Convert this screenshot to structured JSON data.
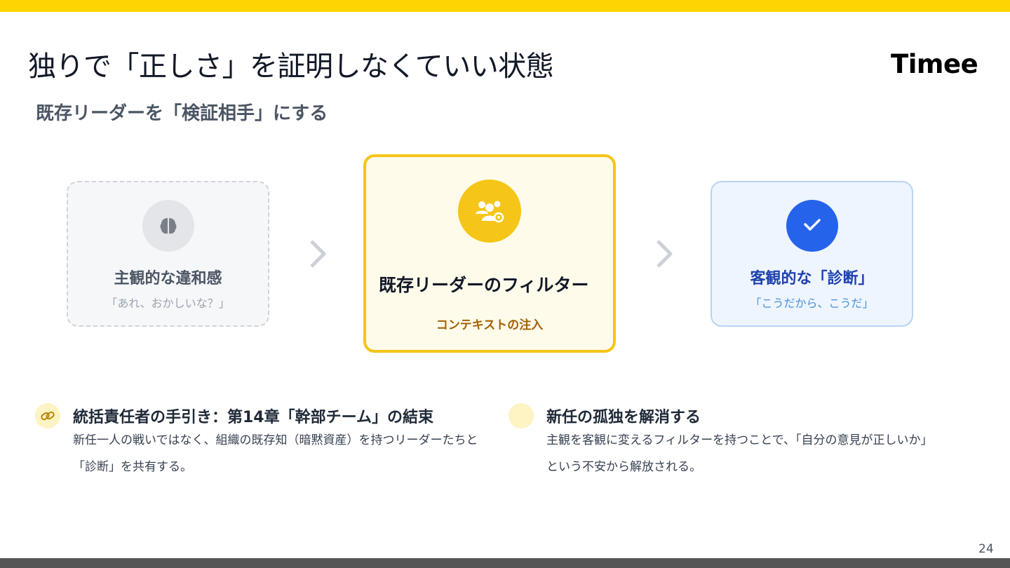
{
  "slide": {
    "title": "独りで「正しさ」を証明しなくていい状態",
    "subtitle": "既存リーダーを「検証相手」にする",
    "logo": "Timee",
    "page_number": "24"
  },
  "flow": {
    "left": {
      "title": "主観的な違和感",
      "subtitle": "「あれ、おかしいな？」",
      "icon": "brain-icon"
    },
    "center": {
      "title": "既存リーダーのフィルター",
      "subtitle": "コンテキストの注入",
      "icon": "users-gear-icon"
    },
    "right": {
      "title": "客観的な「診断」",
      "subtitle": "「こうだから、こうだ」",
      "icon": "check-icon"
    }
  },
  "notes": [
    {
      "title": "統括責任者の手引き：第14章「幹部チーム」の結束",
      "body": "新任一人の戦いではなく、組織の既存知（暗黙資産）を持つリーダーたちと「診断」を共有する。",
      "icon": "link-icon"
    },
    {
      "title": "新任の孤独を解消する",
      "body": "主観を客観に変えるフィルターを持つことで、「自分の意見が正しいか」という不安から解放される。",
      "icon": "circle-icon"
    }
  ],
  "colors": {
    "accent": "#FFD500",
    "primary_blue": "#2563eb",
    "footer": "#555555"
  }
}
